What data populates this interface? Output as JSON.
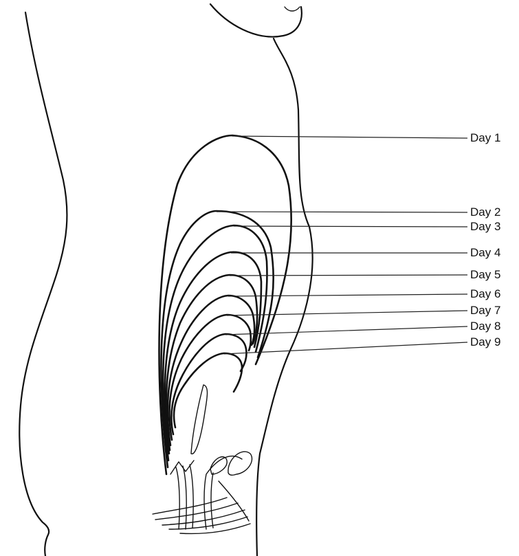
{
  "labels": [
    {
      "text": "Day 1"
    },
    {
      "text": "Day 2"
    },
    {
      "text": "Day 3"
    },
    {
      "text": "Day 4"
    },
    {
      "text": "Day 5"
    },
    {
      "text": "Day 6"
    },
    {
      "text": "Day 7"
    },
    {
      "text": "Day 8"
    },
    {
      "text": "Day 9"
    }
  ]
}
